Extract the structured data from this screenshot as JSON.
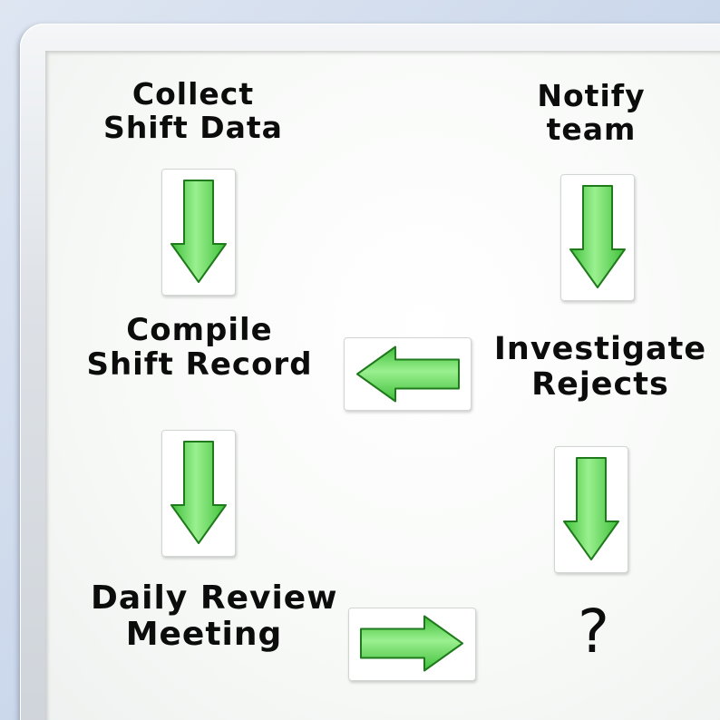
{
  "nodes": {
    "collect": {
      "line1": "Collect",
      "line2": "Shift Data"
    },
    "notify": {
      "line1": "Notify",
      "line2": "team"
    },
    "compile": {
      "line1": "Compile",
      "line2": "Shift Record"
    },
    "investigate": {
      "line1": "Investigate",
      "line2": "Rejects"
    },
    "meeting": {
      "line1": "Daily Review",
      "line2": "Meeting"
    },
    "unknown": {
      "text": "?"
    }
  },
  "arrows": [
    {
      "id": "collect-to-compile",
      "direction": "down"
    },
    {
      "id": "notify-to-investigate",
      "direction": "down"
    },
    {
      "id": "investigate-to-compile",
      "direction": "left"
    },
    {
      "id": "compile-to-meeting",
      "direction": "down"
    },
    {
      "id": "investigate-to-unknown",
      "direction": "down"
    },
    {
      "id": "meeting-to-unknown",
      "direction": "right"
    }
  ],
  "colors": {
    "arrow_fill": "#3fbf3a",
    "arrow_highlight": "#9af08f",
    "arrow_stroke": "#1f7a1c",
    "ink": "#0c0c0c"
  }
}
